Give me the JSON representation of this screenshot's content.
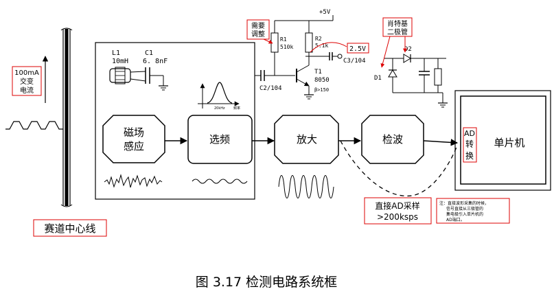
{
  "left": {
    "current_label": [
      "100mA",
      "交变",
      "电流"
    ],
    "track_label": "赛道中心线"
  },
  "components": {
    "l1_name": "L1",
    "l1_value": "10mH",
    "c1_name": "C1",
    "c1_value": "6. 8nF",
    "c2_label": "C2/104",
    "r1_name": "R1",
    "r1_value": "510k",
    "r2_name": "R2",
    "r2_value": "5.1k",
    "t1_name": "T1",
    "t1_type": "8050",
    "t1_beta": "β>150",
    "vcc": "+5V",
    "c3_label": "C3/104",
    "d1_name": "D1",
    "d2_name": "D2",
    "bias_voltage": "2.5V",
    "adjust_note": [
      "需要",
      "调整"
    ],
    "schottky_note": [
      "肖特基",
      "二极管"
    ],
    "freq_axis_unit": "20kHz",
    "freq_axis_label": "频率"
  },
  "blocks": {
    "sensing": [
      "磁场",
      "感应"
    ],
    "select": "选频",
    "amplify": "放大",
    "detect": "检波",
    "ad": [
      "AD",
      "转",
      "换"
    ],
    "mcu": "单片机"
  },
  "notes": {
    "direct_ad": [
      "直接AD采样",
      ">200ksps"
    ],
    "footnote": [
      "注：直接波形采集的时候，",
      "信号直接从三极管的",
      "集电极引入单片机的",
      "AD端口。"
    ]
  },
  "caption": "图 3.17 检测电路系统框"
}
